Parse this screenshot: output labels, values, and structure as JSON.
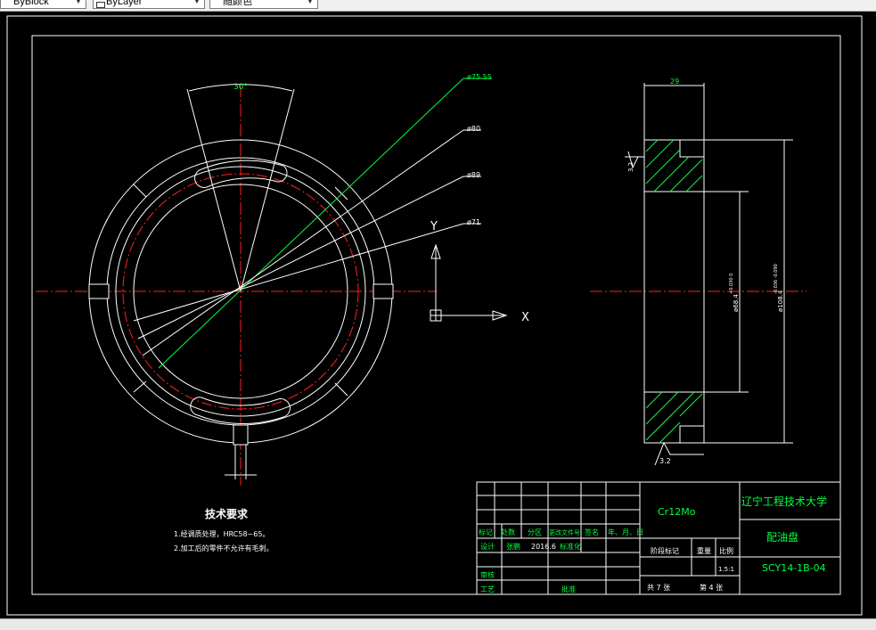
{
  "toolbar": {
    "combo_linetype": "ByBlock",
    "combo_lineweight": "ByLayer",
    "combo_plotstyle": "随颜色"
  },
  "drawing": {
    "dim_angle": "30°",
    "dim_d1": "ø75.55",
    "dim_d2": "ø80",
    "dim_d3": "ø89",
    "dim_d4": "ø71",
    "dim_width": "29",
    "dim_rough1": "3.2",
    "dim_rough2": "3.2",
    "dim_dia_inner": "ø68.4",
    "dim_tol_inner": "+0.030 0",
    "dim_dia_outer": "ø108.4",
    "dim_tol_outer": "-0.036 -0.090",
    "ucs_y": "Y",
    "ucs_x": "X"
  },
  "notes": {
    "title": "技术要求",
    "line1": "1.经调质处理，HRC58~65。",
    "line2": "2.加工后的零件不允许有毛刺。"
  },
  "title_block": {
    "material": "Cr12Mo",
    "school": "辽宁工程技术大学",
    "part_name": "配油盘",
    "drawing_no": "SCY14-1B-04",
    "h_mark": "标记",
    "h_count": "处数",
    "h_zone": "分区",
    "h_docno": "更改文件号",
    "h_sign": "签名",
    "h_date": "年、月、日",
    "r_design": "设计",
    "r_designer": "张鹏",
    "r_date": "2016.6",
    "r_std": "标准化",
    "r_stage": "阶段标记",
    "r_weight": "重量",
    "r_scale": "比例",
    "scale_value": "1.5:1",
    "r_check": "审核",
    "r_process": "工艺",
    "r_approve": "批准",
    "sheet_total": "共 7 张",
    "sheet_no": "第 4 张"
  }
}
